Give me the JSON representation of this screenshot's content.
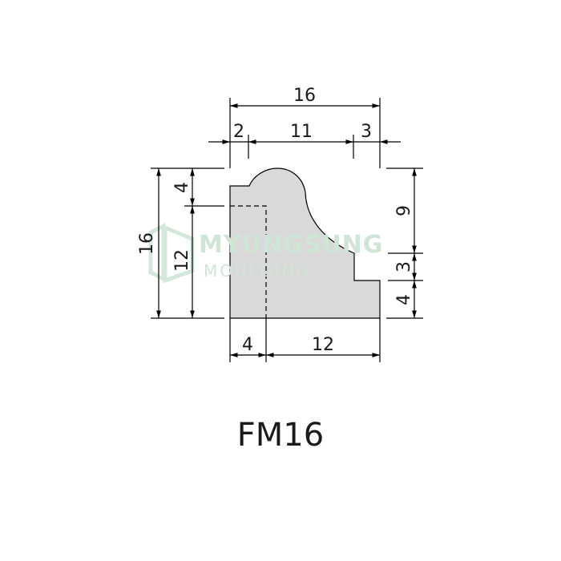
{
  "product": {
    "code": "FM16"
  },
  "watermark": {
    "brand": "MYUNGSUNG",
    "tagline": "MOULDING"
  },
  "dimensions": {
    "top_total": "16",
    "top_left": "2",
    "top_mid": "11",
    "top_right": "3",
    "bottom_left": "4",
    "bottom_right": "12",
    "left_total": "16",
    "left_top": "4",
    "left_lower": "12",
    "right_top": "9",
    "right_mid": "3",
    "right_bottom": "4"
  },
  "colors": {
    "profile_fill": "#d9d9d9",
    "watermark": "#cfe6d6",
    "ink": "#000000"
  }
}
